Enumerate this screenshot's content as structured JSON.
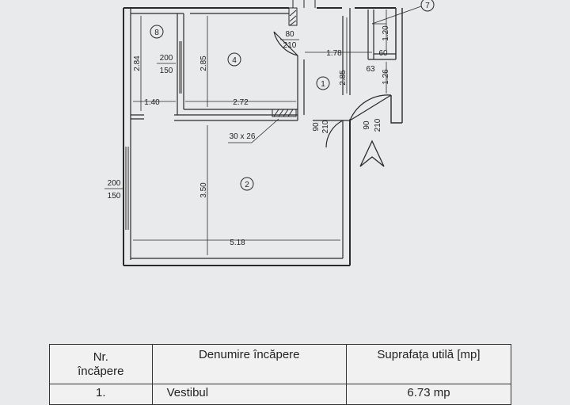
{
  "rooms": [
    {
      "id": "r8",
      "number": "8"
    },
    {
      "id": "r4",
      "number": "4"
    },
    {
      "id": "r1",
      "number": "1"
    },
    {
      "id": "r2",
      "number": "2"
    },
    {
      "id": "r7",
      "number": "7"
    }
  ],
  "dimensions": {
    "d_284": "2.84",
    "d_285a": "2.85",
    "d_140": "1.40",
    "d_272": "2.72",
    "d_178": "1.78",
    "d_285b": "2.85",
    "d_120": "1.20",
    "d_60": "60",
    "d_63": "63",
    "d_126": "1.26",
    "d_350": "3.50",
    "d_518": "5.18"
  },
  "openings": {
    "door_top_num": "80",
    "door_top_den": "210",
    "win_small_num": "200",
    "win_small_den": "150",
    "door_mid_num": "90",
    "door_mid_den": "210",
    "door_right_num": "90",
    "door_right_den": "210",
    "win_big_num": "200",
    "win_big_den": "150",
    "shaft": "30 x 26"
  },
  "table": {
    "headers": {
      "nr_line1": "Nr.",
      "nr_line2": "încăpere",
      "name": "Denumire încăpere",
      "area": "Suprafața utilă [mp]"
    },
    "rows": [
      {
        "nr": "1.",
        "name": "Vestibul",
        "area": "6.73 mp"
      }
    ]
  }
}
